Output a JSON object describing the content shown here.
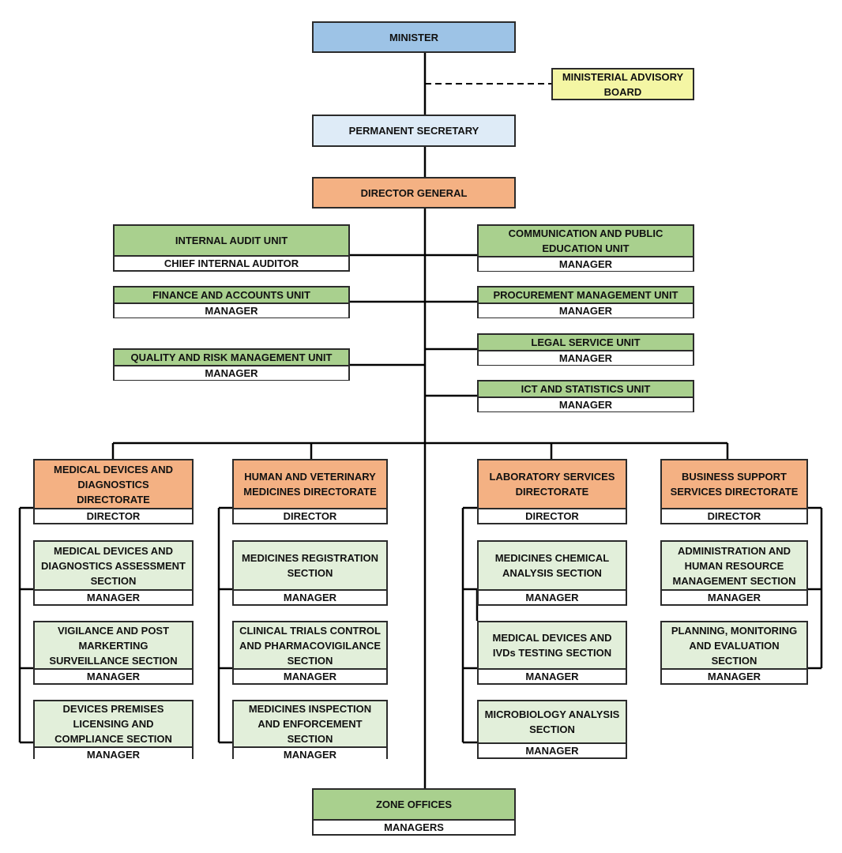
{
  "colors": {
    "top": "#9dc3e6",
    "permanent_secretary": "#deebf7",
    "director": "#f4b183",
    "unit": "#a9d08e",
    "section": "#e2efda",
    "advisory": "#f4f6a4",
    "line": "#000000"
  },
  "top": {
    "minister": "MINISTER",
    "advisory_board": "MINISTERIAL ADVISORY\nBOARD",
    "permanent_secretary": "PERMANENT SECRETARY",
    "director_general": "DIRECTOR GENERAL"
  },
  "units": {
    "internal_audit": {
      "title": "INTERNAL AUDIT UNIT",
      "head": "CHIEF INTERNAL AUDITOR"
    },
    "communication": {
      "title": "COMMUNICATION AND PUBLIC\nEDUCATION UNIT",
      "head": "MANAGER"
    },
    "finance": {
      "title": "FINANCE AND ACCOUNTS UNIT",
      "head": "MANAGER"
    },
    "procurement": {
      "title": "PROCUREMENT MANAGEMENT UNIT",
      "head": "MANAGER"
    },
    "legal": {
      "title": "LEGAL SERVICE UNIT",
      "head": "MANAGER"
    },
    "quality": {
      "title": "QUALITY AND RISK MANAGEMENT UNIT",
      "head": "MANAGER"
    },
    "ict": {
      "title": "ICT AND STATISTICS UNIT",
      "head": "MANAGER"
    }
  },
  "directorates": {
    "medical_devices": {
      "title": "MEDICAL DEVICES AND\nDIAGNOSTICS\nDIRECTORATE",
      "head": "DIRECTOR",
      "sections": [
        {
          "title": "MEDICAL DEVICES AND\nDIAGNOSTICS ASSESSMENT\nSECTION",
          "head": "MANAGER"
        },
        {
          "title": "VIGILANCE AND POST\nMARKERTING\nSURVEILLANCE SECTION",
          "head": "MANAGER"
        },
        {
          "title": "DEVICES PREMISES\nLICENSING AND\nCOMPLIANCE SECTION",
          "head": "MANAGER"
        }
      ]
    },
    "medicines": {
      "title": "HUMAN AND VETERINARY\nMEDICINES DIRECTORATE",
      "head": "DIRECTOR",
      "sections": [
        {
          "title": "MEDICINES REGISTRATION\nSECTION",
          "head": "MANAGER"
        },
        {
          "title": "CLINICAL TRIALS CONTROL\nAND PHARMACOVIGILANCE\nSECTION",
          "head": "MANAGER"
        },
        {
          "title": "MEDICINES INSPECTION\nAND ENFORCEMENT\nSECTION",
          "head": "MANAGER"
        }
      ]
    },
    "laboratory": {
      "title": "LABORATORY SERVICES\nDIRECTORATE",
      "head": "DIRECTOR",
      "sections": [
        {
          "title": "MEDICINES CHEMICAL\nANALYSIS SECTION",
          "head": "MANAGER"
        },
        {
          "title": "MEDICAL DEVICES AND\nIVDs TESTING SECTION",
          "head": "MANAGER"
        },
        {
          "title": "MICROBIOLOGY ANALYSIS\nSECTION",
          "head": "MANAGER"
        }
      ]
    },
    "business": {
      "title": "BUSINESS SUPPORT\nSERVICES DIRECTORATE",
      "head": "DIRECTOR",
      "sections": [
        {
          "title": "ADMINISTRATION AND\nHUMAN RESOURCE\nMANAGEMENT SECTION",
          "head": "MANAGER"
        },
        {
          "title": "PLANNING, MONITORING\nAND EVALUATION\nSECTION",
          "head": "MANAGER"
        }
      ]
    }
  },
  "zone_offices": {
    "title": "ZONE OFFICES",
    "head": "MANAGERS"
  }
}
